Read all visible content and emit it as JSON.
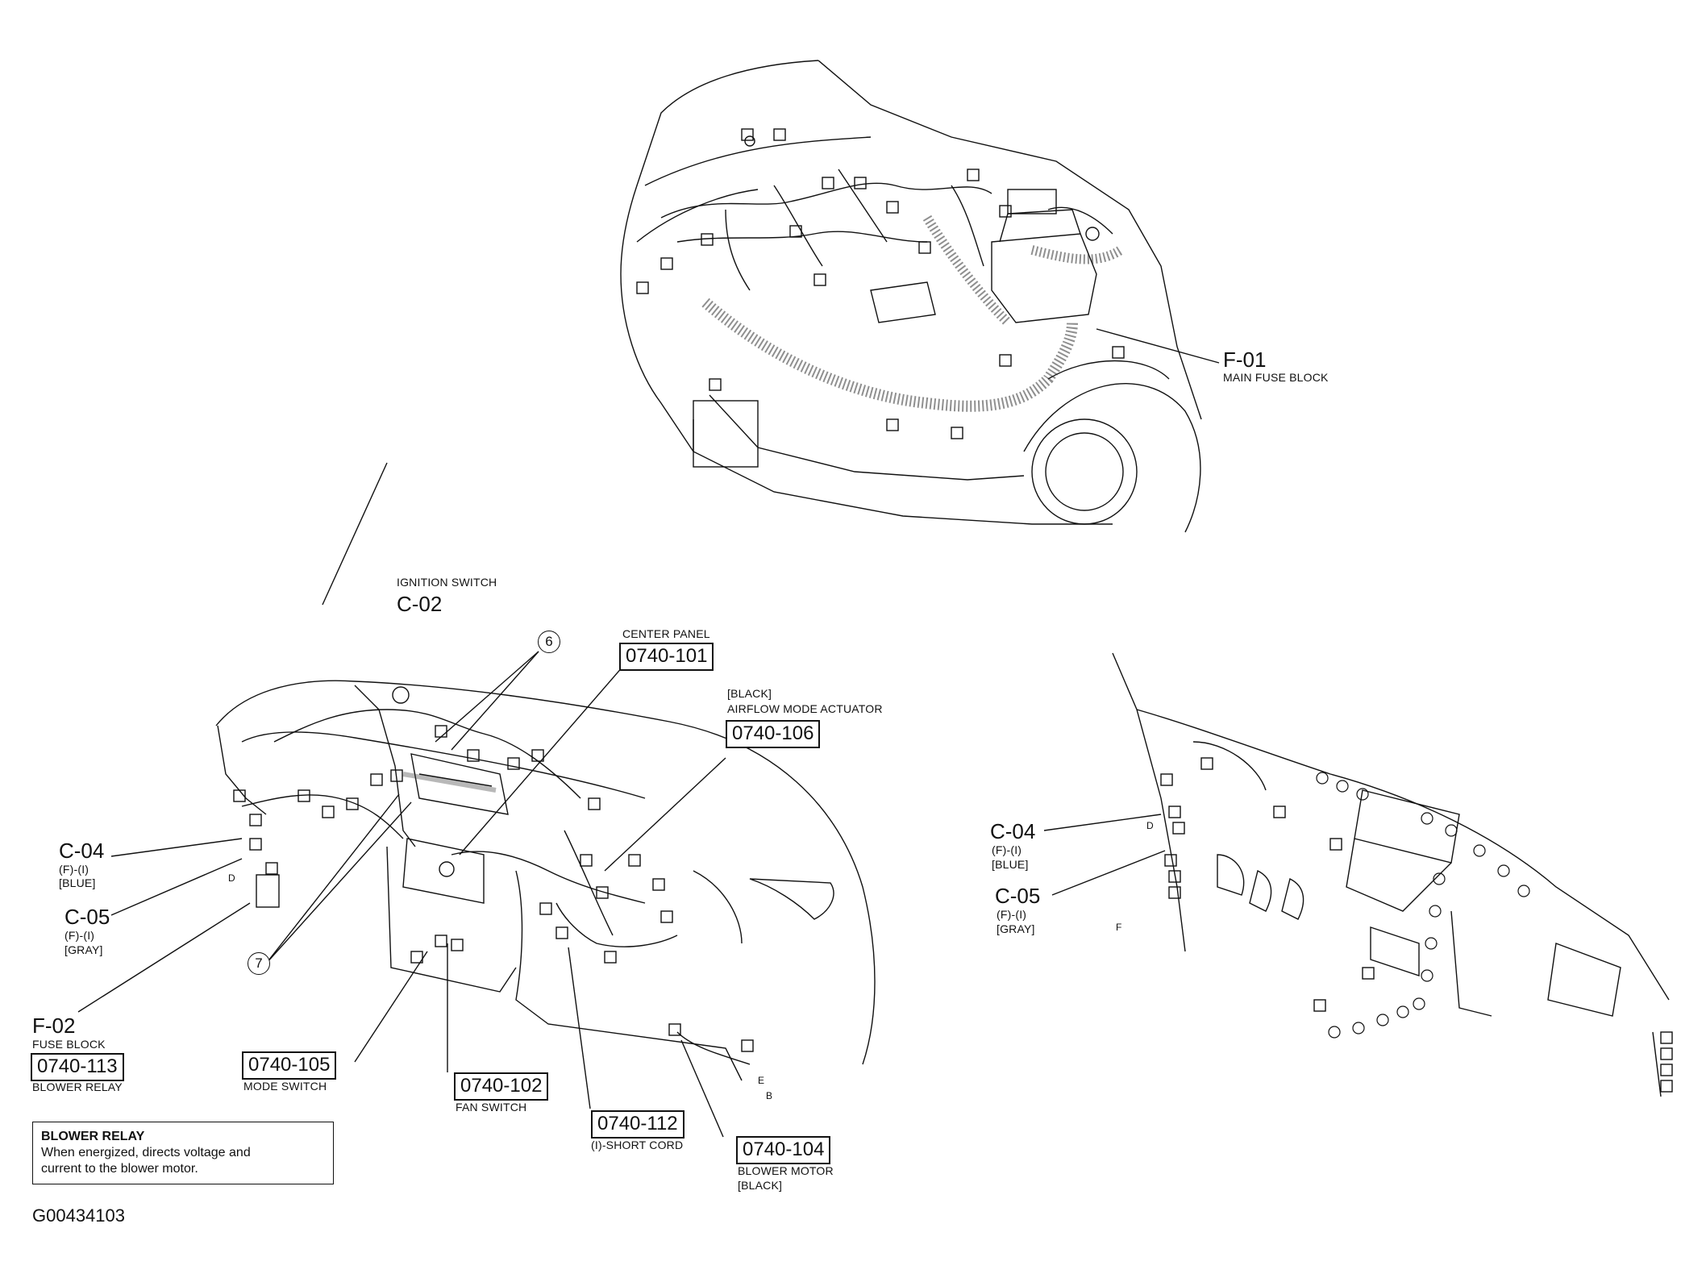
{
  "diagram_id": "G00434103",
  "f01": {
    "code": "F-01",
    "name": "MAIN FUSE BLOCK"
  },
  "ignition": {
    "name": "IGNITION SWITCH",
    "code": "C-02"
  },
  "callouts": {
    "six": "6",
    "seven": "7"
  },
  "center_panel": {
    "name": "CENTER PANEL",
    "box": "0740-101"
  },
  "airflow": {
    "color": "[BLACK]",
    "name": "AIRFLOW MODE ACTUATOR",
    "box": "0740-106"
  },
  "left_c04": {
    "code": "C-04",
    "sub": "(F)-(I)",
    "color": "[BLUE]"
  },
  "left_c05": {
    "code": "C-05",
    "sub": "(F)-(I)",
    "color": "[GRAY]"
  },
  "f02": {
    "code": "F-02",
    "name": "FUSE BLOCK",
    "box": "0740-113",
    "sub": "BLOWER RELAY"
  },
  "mode_switch": {
    "box": "0740-105",
    "name": "MODE SWITCH"
  },
  "fan_switch": {
    "box": "0740-102",
    "name": "FAN SWITCH"
  },
  "short_cord": {
    "box": "0740-112",
    "name": "(I)-SHORT CORD"
  },
  "blower_motor": {
    "box": "0740-104",
    "name": "BLOWER MOTOR",
    "color": "[BLACK]"
  },
  "right_c04": {
    "code": "C-04",
    "sub": "(F)-(I)",
    "color": "[BLUE]"
  },
  "right_c05": {
    "code": "C-05",
    "sub": "(F)-(I)",
    "color": "[GRAY]"
  },
  "markers": {
    "d": "D",
    "e": "E",
    "b": "B",
    "f": "F"
  },
  "note": {
    "title": "BLOWER RELAY",
    "line1": "When energized, directs voltage and",
    "line2": "current to the blower motor."
  }
}
